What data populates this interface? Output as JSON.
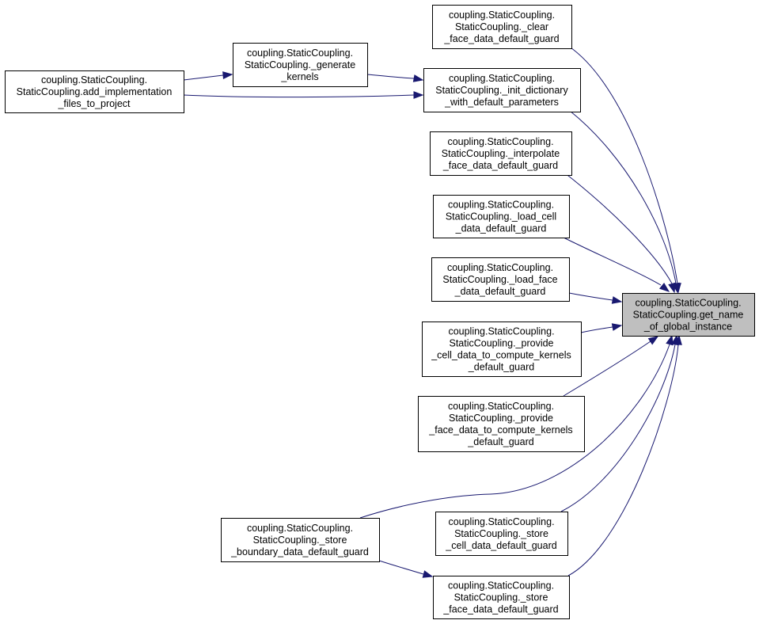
{
  "diagram": {
    "colors": {
      "edge": "#191970",
      "node_fill": "#ffffff",
      "focus_fill": "#bfbfbf",
      "border": "#000000"
    },
    "nodes": {
      "get_name": {
        "lines": [
          "coupling.StaticCoupling.",
          "StaticCoupling.get_name",
          "_of_global_instance"
        ],
        "highlighted": true
      },
      "clear": {
        "lines": [
          "coupling.StaticCoupling.",
          "StaticCoupling._clear",
          "_face_data_default_guard"
        ]
      },
      "init_dictionary": {
        "lines": [
          "coupling.StaticCoupling.",
          "StaticCoupling._init_dictionary",
          "_with_default_parameters"
        ]
      },
      "interpolate": {
        "lines": [
          "coupling.StaticCoupling.",
          "StaticCoupling._interpolate",
          "_face_data_default_guard"
        ]
      },
      "load_cell": {
        "lines": [
          "coupling.StaticCoupling.",
          "StaticCoupling._load_cell",
          "_data_default_guard"
        ]
      },
      "load_face": {
        "lines": [
          "coupling.StaticCoupling.",
          "StaticCoupling._load_face",
          "_data_default_guard"
        ]
      },
      "provide_cell": {
        "lines": [
          "coupling.StaticCoupling.",
          "StaticCoupling._provide",
          "_cell_data_to_compute_kernels",
          "_default_guard"
        ]
      },
      "provide_face": {
        "lines": [
          "coupling.StaticCoupling.",
          "StaticCoupling._provide",
          "_face_data_to_compute_kernels",
          "_default_guard"
        ]
      },
      "store_cell": {
        "lines": [
          "coupling.StaticCoupling.",
          "StaticCoupling._store",
          "_cell_data_default_guard"
        ]
      },
      "store_face": {
        "lines": [
          "coupling.StaticCoupling.",
          "StaticCoupling._store",
          "_face_data_default_guard"
        ]
      },
      "store_boundary": {
        "lines": [
          "coupling.StaticCoupling.",
          "StaticCoupling._store",
          "_boundary_data_default_guard"
        ]
      },
      "generate_kernels": {
        "lines": [
          "coupling.StaticCoupling.",
          "StaticCoupling._generate",
          "_kernels"
        ]
      },
      "add_impl": {
        "lines": [
          "coupling.StaticCoupling.",
          "StaticCoupling.add_implementation",
          "_files_to_project"
        ]
      }
    },
    "edges": [
      {
        "from": "clear",
        "to": "get_name"
      },
      {
        "from": "init_dictionary",
        "to": "get_name"
      },
      {
        "from": "interpolate",
        "to": "get_name"
      },
      {
        "from": "load_cell",
        "to": "get_name"
      },
      {
        "from": "load_face",
        "to": "get_name"
      },
      {
        "from": "provide_cell",
        "to": "get_name"
      },
      {
        "from": "provide_face",
        "to": "get_name"
      },
      {
        "from": "store_boundary",
        "to": "get_name"
      },
      {
        "from": "store_cell",
        "to": "get_name"
      },
      {
        "from": "store_face",
        "to": "get_name"
      },
      {
        "from": "generate_kernels",
        "to": "init_dictionary"
      },
      {
        "from": "add_impl",
        "to": "init_dictionary"
      },
      {
        "from": "add_impl",
        "to": "generate_kernels"
      },
      {
        "from": "store_boundary",
        "to": "store_face"
      }
    ]
  }
}
